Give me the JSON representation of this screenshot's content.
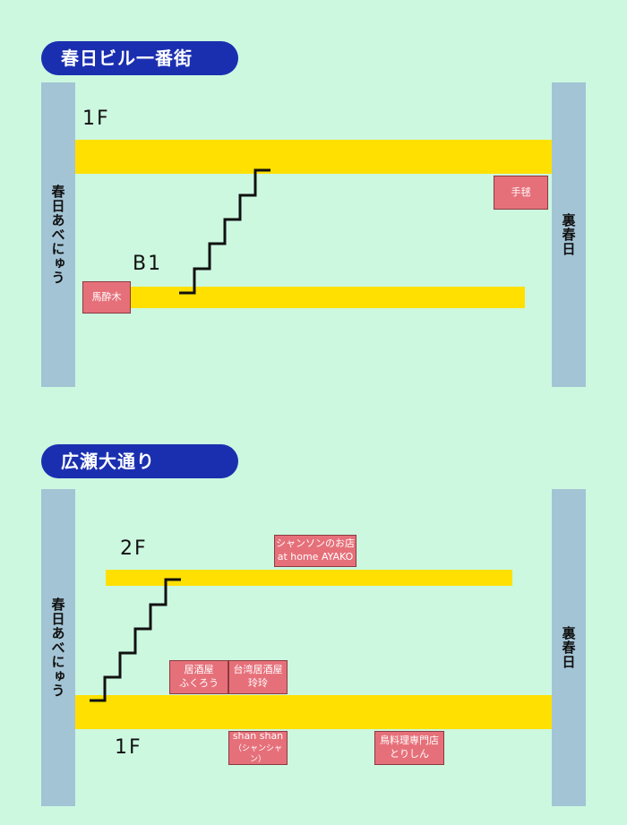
{
  "section1": {
    "title": "春日ビル一番街",
    "left_street": "春日あべにゅう",
    "right_street": "裏春日",
    "floor_upper": "1F",
    "floor_lower": "B1",
    "shops": {
      "teshio": "手毬",
      "masuiboku": "馬酔木"
    }
  },
  "section2": {
    "title": "広瀬大通り",
    "left_street": "春日あべにゅう",
    "right_street": "裏春日",
    "floor_upper": "2F",
    "floor_lower": "1F",
    "shops": {
      "chanson": {
        "line1": "シャンソンのお店",
        "line2": "at home AYAKO"
      },
      "fukurou": {
        "line1": "居酒屋",
        "line2": "ふくろう"
      },
      "reirei": {
        "line1": "台湾居酒屋",
        "line2": "玲玲"
      },
      "shanshan": {
        "line1": "shan shan",
        "line2": "（シャンシャン）"
      },
      "torishin": {
        "line1": "鳥料理専門店",
        "line2": "とりしん"
      }
    }
  },
  "colors": {
    "background": "#ccf8e0",
    "title_badge": "#1a2fb0",
    "pillar": "#a3c4d5",
    "corridor": "#ffe000",
    "shop": "#e6707a"
  }
}
